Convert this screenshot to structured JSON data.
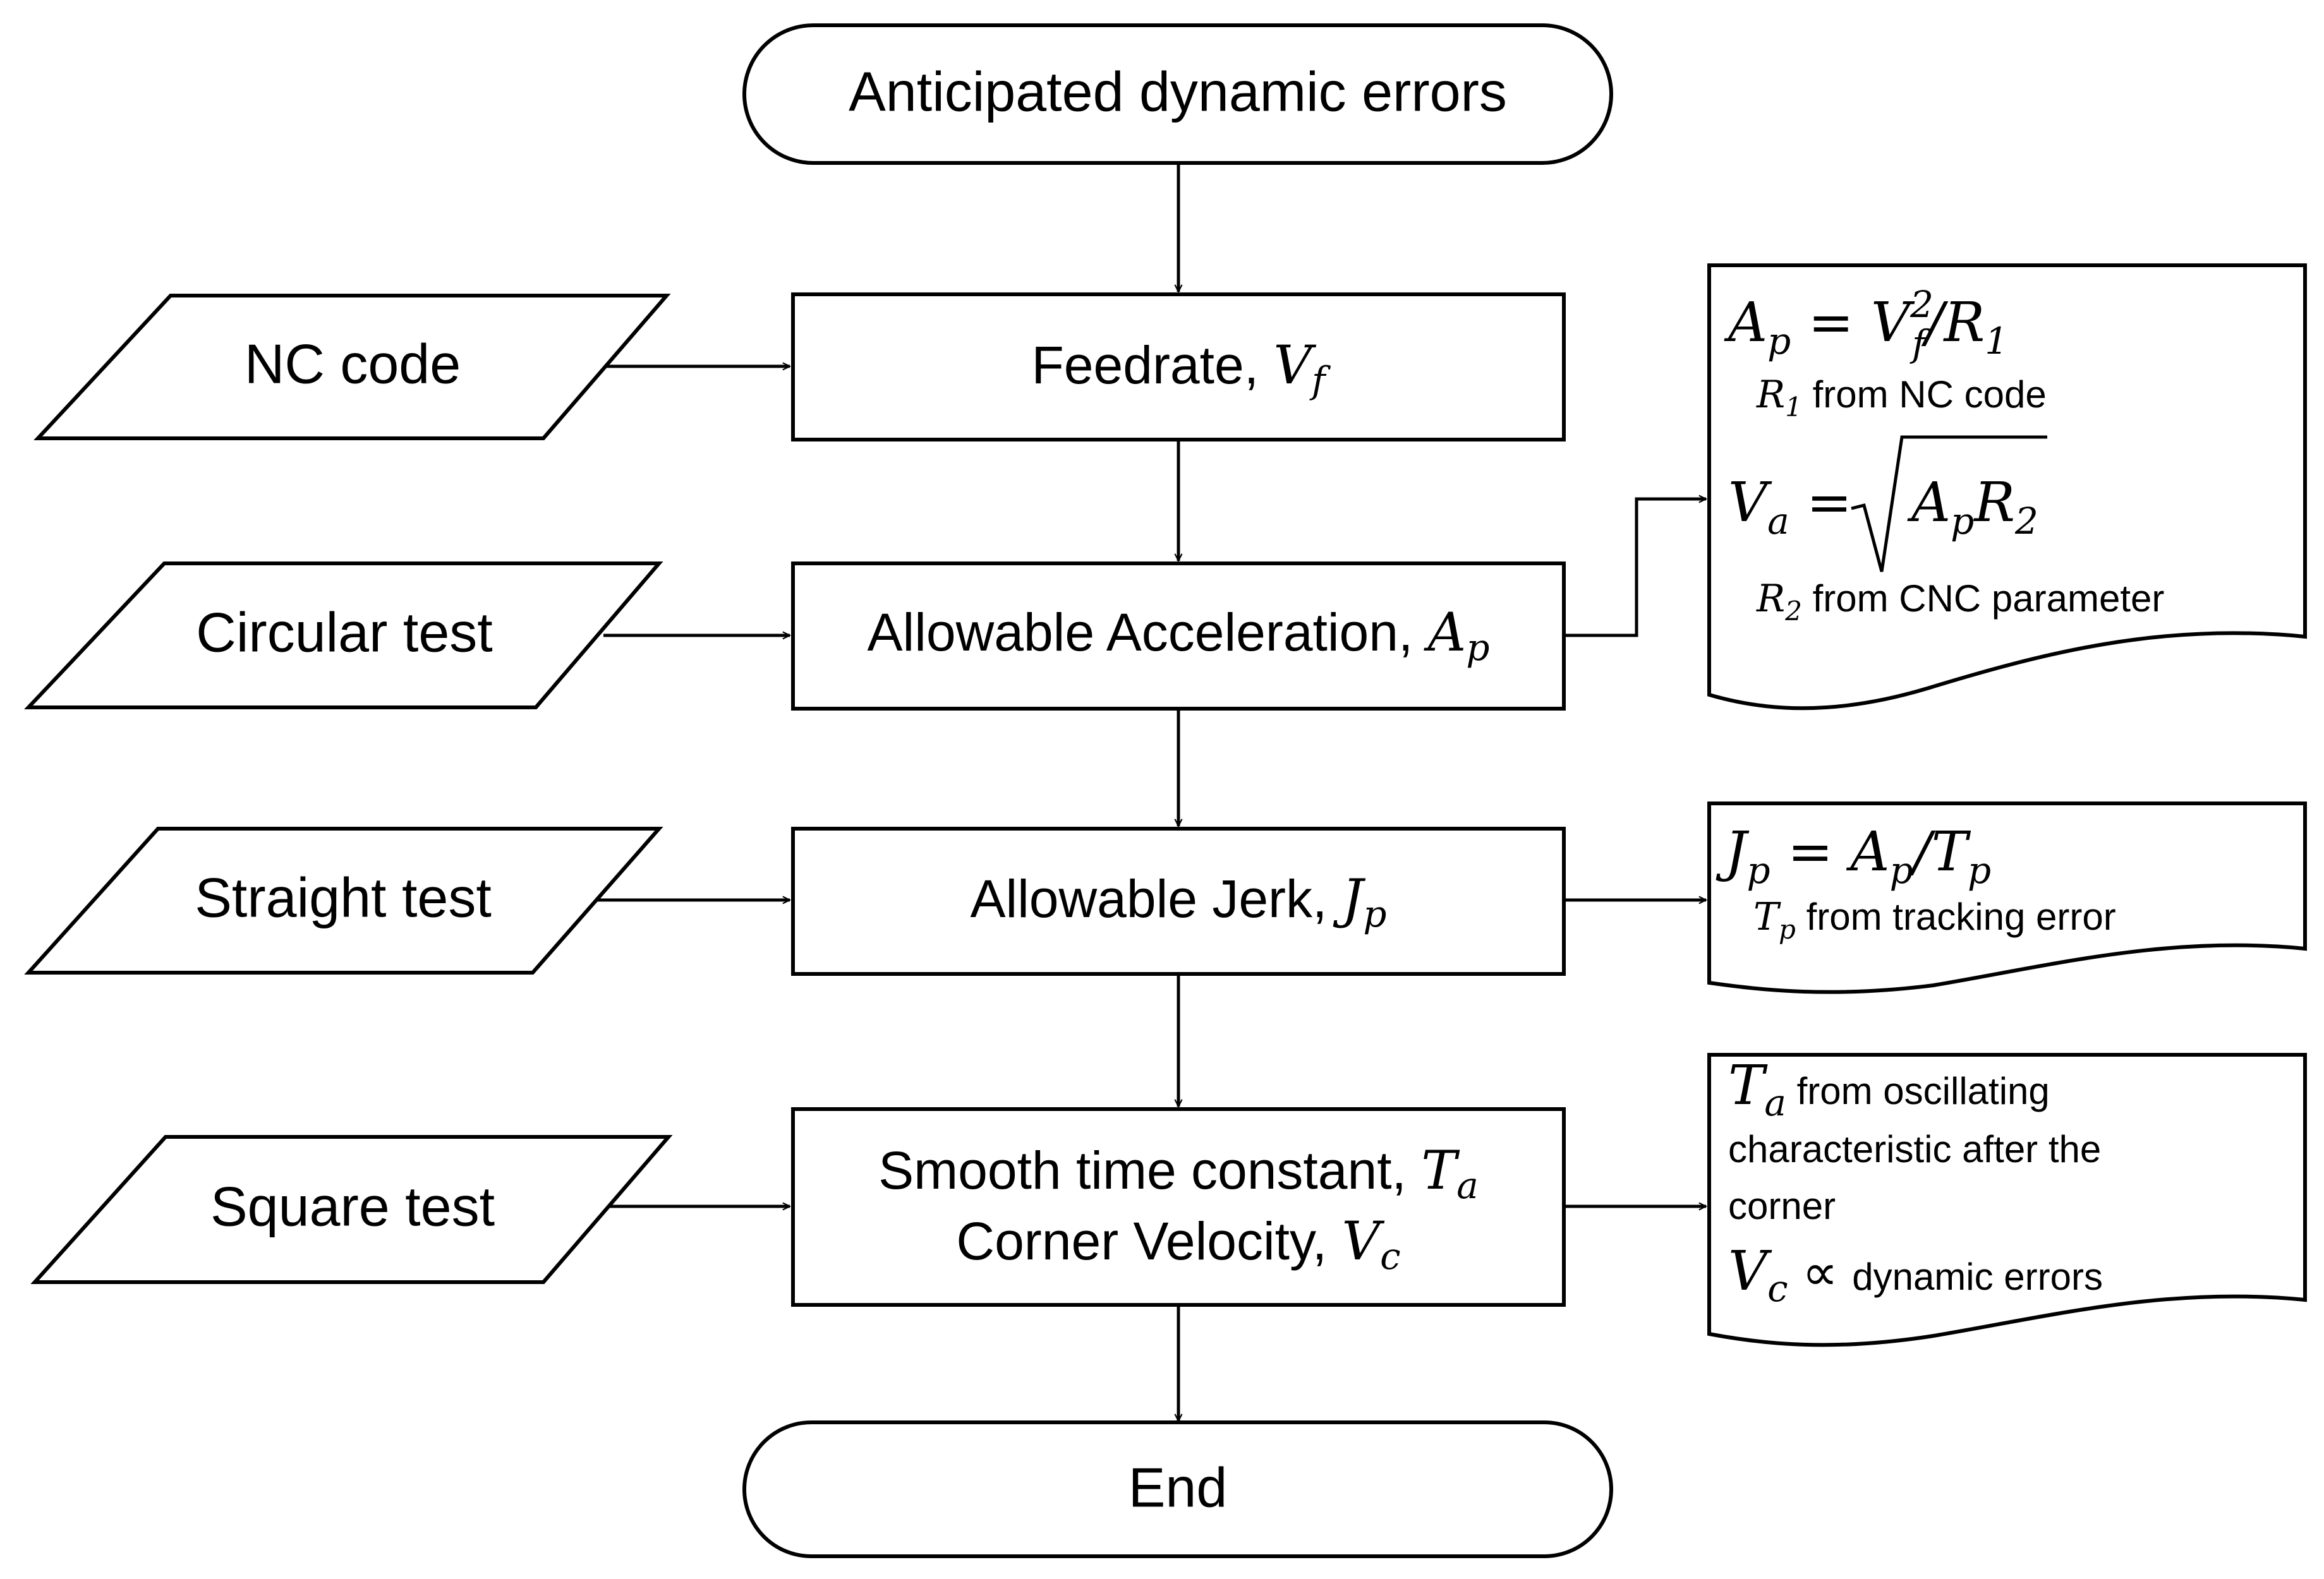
{
  "terminals": {
    "start": "Anticipated dynamic errors",
    "end": "End"
  },
  "inputs": {
    "nc_code": "NC code",
    "circular_test": "Circular test",
    "straight_test": "Straight test",
    "square_test": "Square test"
  },
  "processes": {
    "feedrate": {
      "text": "Feedrate, ",
      "sym": "V",
      "sub": "f"
    },
    "acceleration": {
      "text": "Allowable Acceleration, ",
      "sym": "A",
      "sub": "p"
    },
    "jerk": {
      "text": "Allowable Jerk, ",
      "sym": "J",
      "sub": "p"
    },
    "smooth": {
      "text": "Smooth time constant, ",
      "sym": "T",
      "sub": "a"
    },
    "corner": {
      "text": "Corner Velocity, ",
      "sym": "V",
      "sub": "c"
    }
  },
  "notes": {
    "accel": {
      "eq1_lhs": "A",
      "eq1_lhs_sub": "p",
      "eq1_eq": " = ",
      "eq1_v": "V",
      "eq1_v_sup": "2",
      "eq1_v_sub": "f",
      "eq1_div": "/",
      "eq1_r": "R",
      "eq1_r_sub": "1",
      "r1_sym": "R",
      "r1_sub": "1",
      "r1_text": " from NC code",
      "eq2_lhs": "V",
      "eq2_lhs_sub": "a",
      "eq2_eq": " = ",
      "eq2_a": "A",
      "eq2_a_sub": "p",
      "eq2_r": "R",
      "eq2_r_sub": "2",
      "r2_sym": "R",
      "r2_sub": "2",
      "r2_text": " from CNC parameter"
    },
    "jerk": {
      "eq_lhs": "J",
      "eq_lhs_sub": "p",
      "eq_eq": " = ",
      "eq_a": "A",
      "eq_a_sub": "p",
      "eq_div": "/",
      "eq_t": "T",
      "eq_t_sub": "p",
      "t_sym": "T",
      "t_sub": "p",
      "t_text": " from tracking error"
    },
    "square": {
      "t_sym": "T",
      "t_sub": "a",
      "t_text": " from oscillating",
      "line2": "characteristic after the",
      "line3": "corner",
      "v_sym": "V",
      "v_sub": "c",
      "v_prop": " ∝ ",
      "v_text": "dynamic errors"
    }
  }
}
